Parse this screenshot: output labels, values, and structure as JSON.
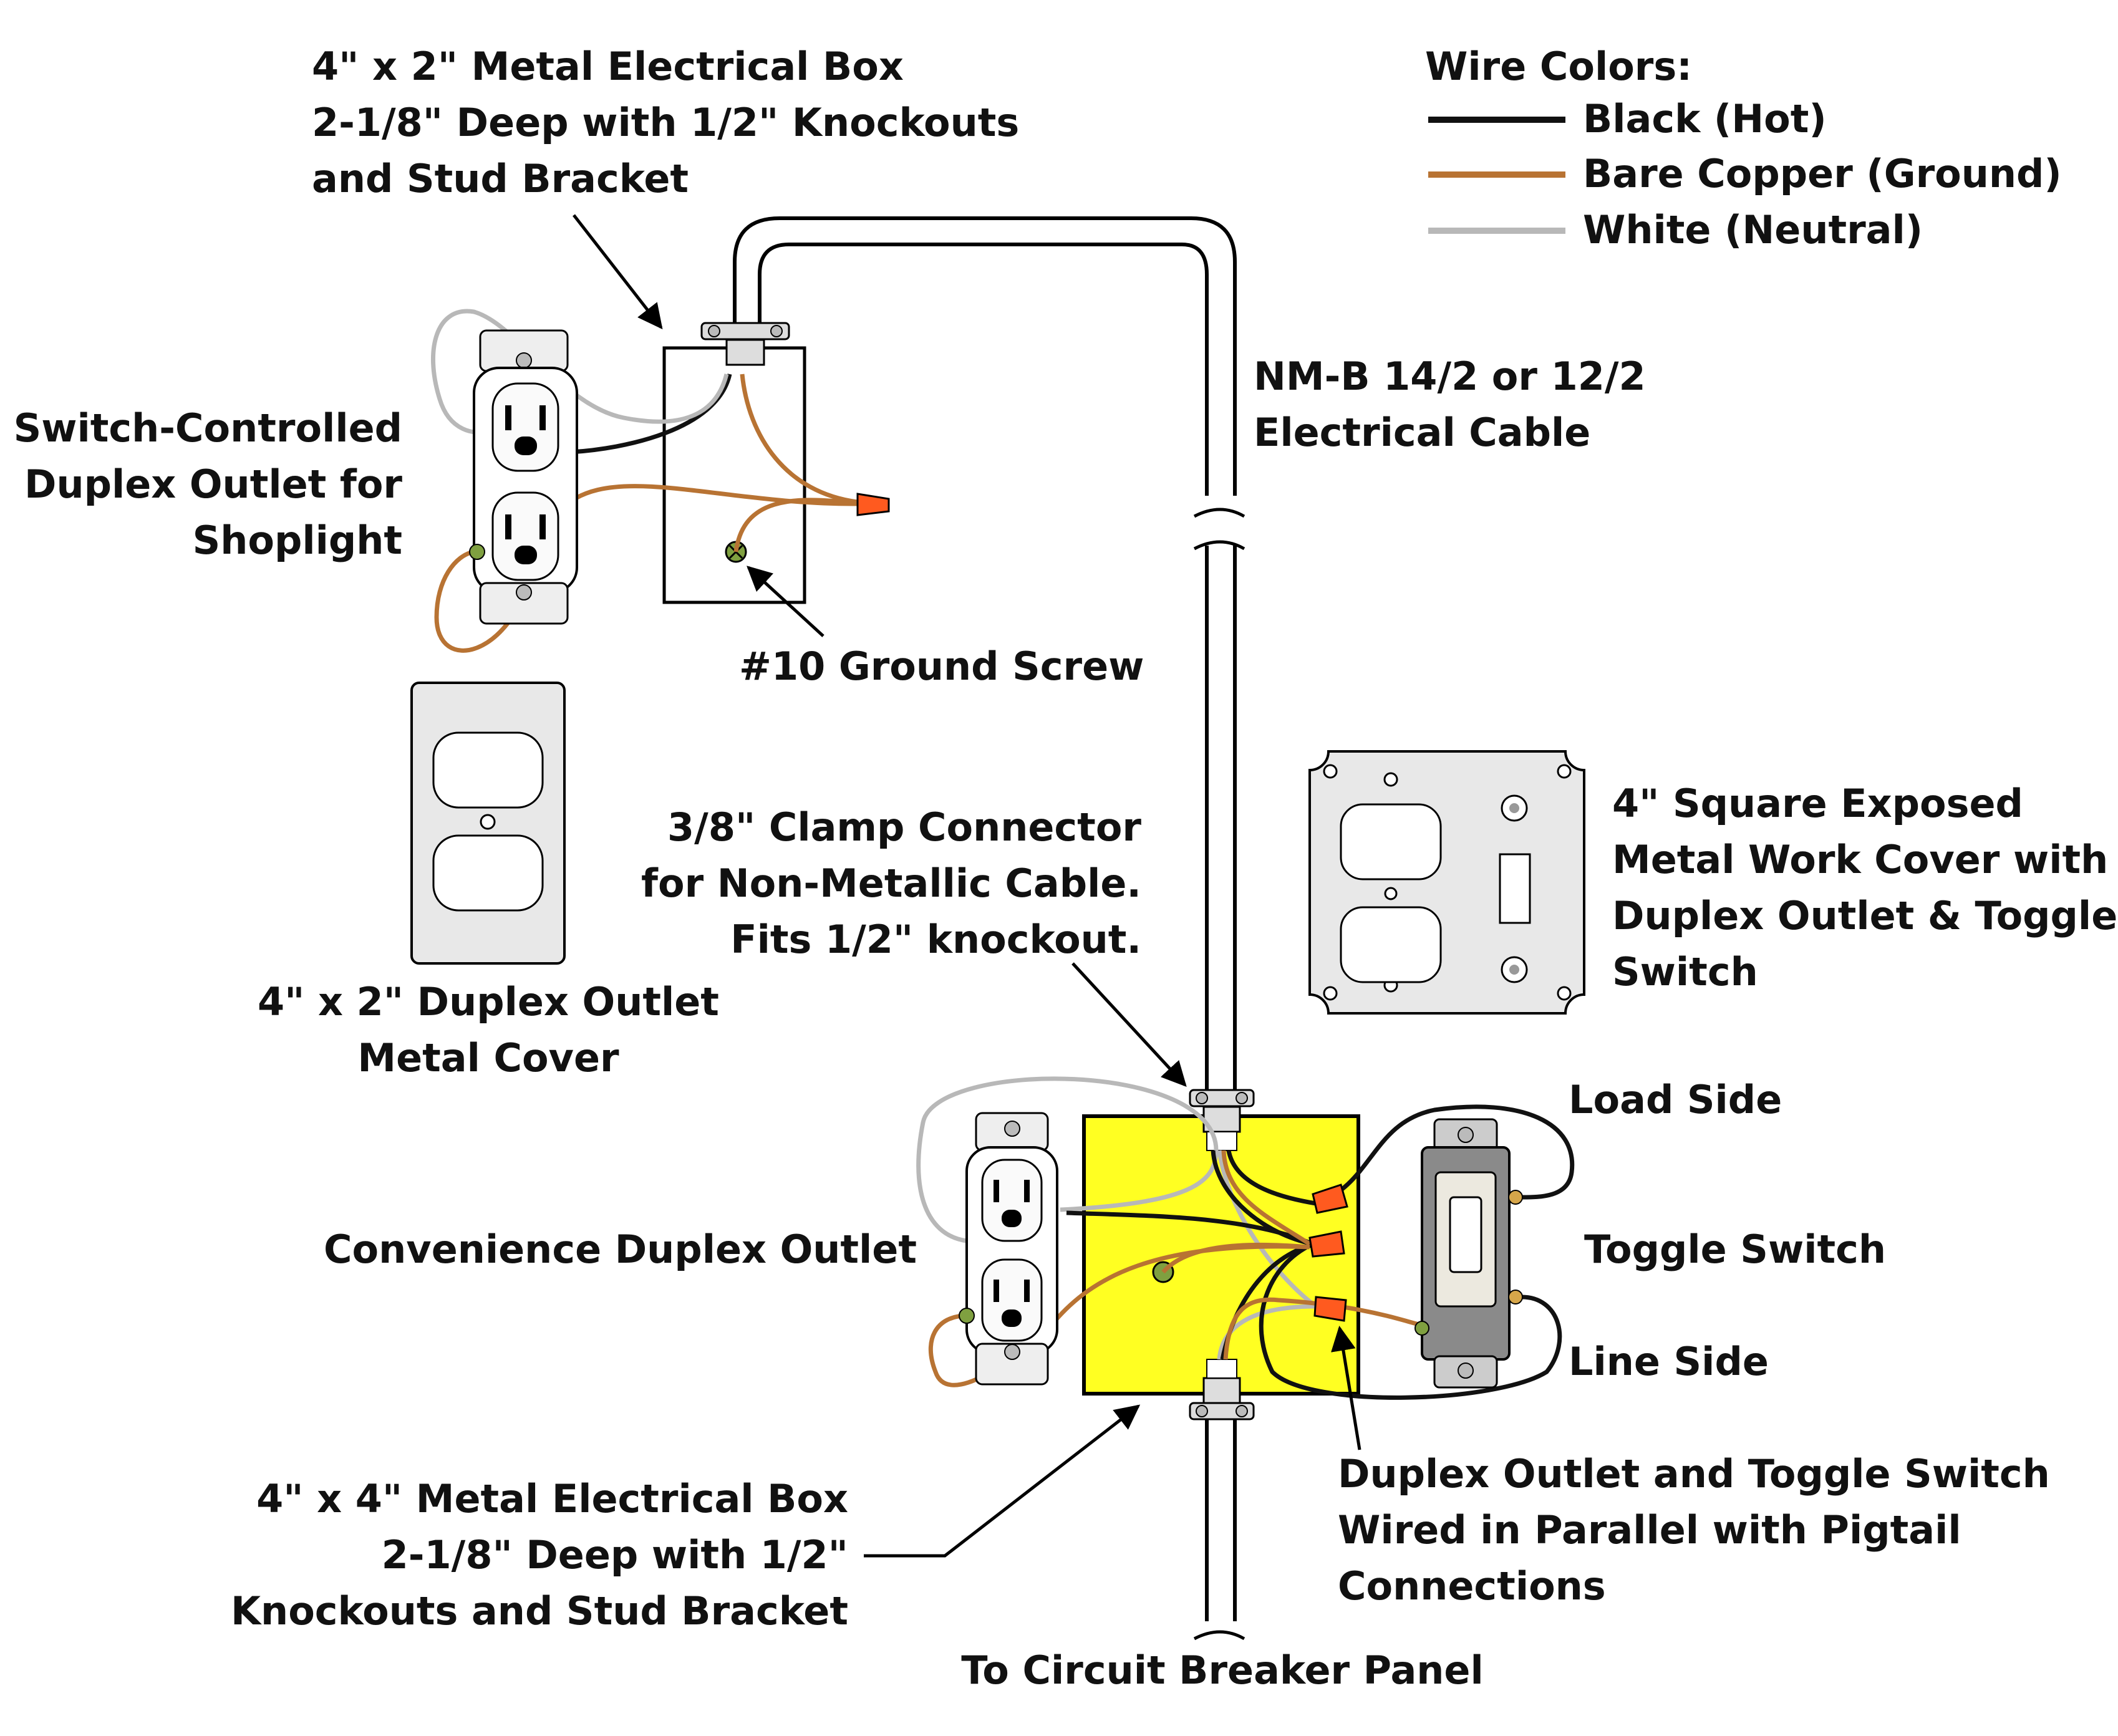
{
  "colors": {
    "hot": "#111111",
    "ground": "#b87333",
    "neutral": "#b8b8b8",
    "junction_box_fill": "#ffff22",
    "wire_nut": "#ff5a1f",
    "plate": "#e8e8e8"
  },
  "legend": {
    "title": "Wire Colors:",
    "items": [
      {
        "label": "Black (Hot)",
        "color": "#111111"
      },
      {
        "label": "Bare Copper (Ground)",
        "color": "#b87333"
      },
      {
        "label": "White (Neutral)",
        "color": "#b8b8b8"
      }
    ]
  },
  "labels": {
    "box_4x2": [
      "4\" x 2\" Metal Electrical Box",
      "2-1/8\" Deep with 1/2\" Knockouts",
      "and Stud Bracket"
    ],
    "switch_outlet": [
      "Switch-Controlled",
      "Duplex Outlet for",
      "Shoplight"
    ],
    "ground_screw": "#10 Ground Screw",
    "cable": [
      "NM-B 14/2 or 12/2",
      "Electrical Cable"
    ],
    "outlet_cover": [
      "4\" x 2\" Duplex Outlet",
      "Metal Cover"
    ],
    "clamp": [
      "3/8\" Clamp Connector",
      "for Non-Metallic Cable.",
      "Fits  1/2\" knockout."
    ],
    "square_cover": [
      "4\" Square Exposed",
      "Metal Work Cover with",
      "Duplex Outlet & Toggle",
      "Switch"
    ],
    "load_side": "Load Side",
    "toggle_switch": "Toggle Switch",
    "line_side": "Line Side",
    "convenience_outlet": "Convenience Duplex Outlet",
    "box_4x4": [
      "4\" x 4\" Metal Electrical Box",
      "2-1/8\" Deep with 1/2\"",
      "Knockouts and Stud Bracket"
    ],
    "parallel": [
      "Duplex Outlet and Toggle Switch",
      "Wired in Parallel with Pigtail",
      "Connections"
    ],
    "panel": "To Circuit Breaker Panel"
  }
}
